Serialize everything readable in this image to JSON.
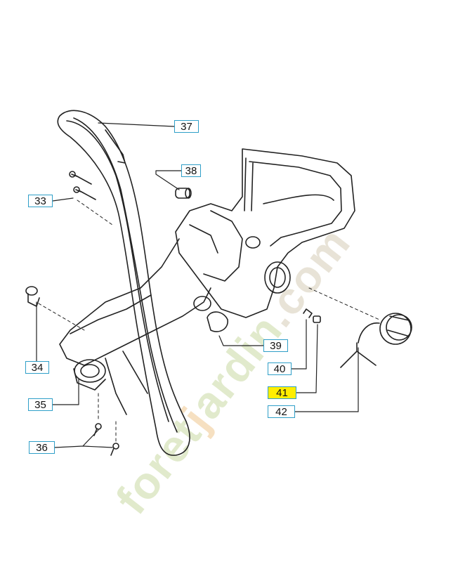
{
  "watermark": {
    "part1": "foret",
    "part2": "j",
    "part3": "ardin",
    "part4": ".com"
  },
  "callouts": {
    "c33": "33",
    "c34": "34",
    "c35": "35",
    "c36": "36",
    "c37": "37",
    "c38": "38",
    "c39": "39",
    "c40": "40",
    "c41": "41",
    "c42": "42"
  },
  "colors": {
    "callout_border": "#2f9fc8",
    "highlight": "#ffee00",
    "line": "#222222"
  }
}
